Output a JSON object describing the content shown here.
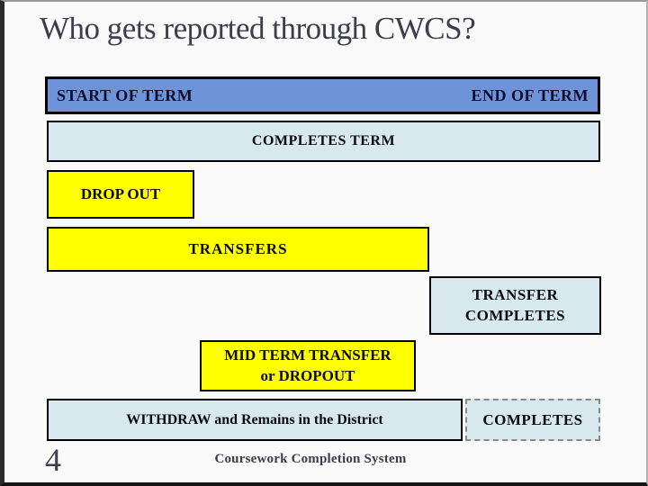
{
  "slide": {
    "title": "Who gets reported through CWCS?",
    "page_number": "4",
    "footer": "Coursework Completion System"
  },
  "diagram": {
    "header": {
      "start_label": "START OF TERM",
      "end_label": "END OF TERM"
    },
    "bars": [
      {
        "id": "completes-term",
        "label": "COMPLETES TERM",
        "fill": "#d8e8ef",
        "border_style": "solid",
        "span": "start-to-end"
      },
      {
        "id": "drop-out",
        "label": "DROP OUT",
        "fill": "#ffff00",
        "border_style": "solid",
        "span": "early-term-only"
      },
      {
        "id": "transfers",
        "label": "TRANSFERS",
        "fill": "#ffff00",
        "border_style": "solid",
        "span": "start-to-mid"
      },
      {
        "id": "transfer-completes",
        "label": "TRANSFER\nCOMPLETES",
        "fill": "#d8e8ef",
        "border_style": "solid",
        "span": "mid-to-end"
      },
      {
        "id": "mid-term-transfer",
        "label": "MID TERM TRANSFER\nor DROPOUT",
        "fill": "#ffff00",
        "border_style": "solid",
        "span": "mid-term"
      },
      {
        "id": "withdraw",
        "label": "WITHDRAW and Remains in the District",
        "fill": "#d8e8ef",
        "border_style": "solid",
        "span": "start-to-late"
      },
      {
        "id": "completes",
        "label": "COMPLETES",
        "fill": "#d8e8ef",
        "border_style": "dashed",
        "span": "late-to-end"
      }
    ]
  },
  "colors": {
    "header_blue": "#6d94d8",
    "light_blue": "#d8e8ef",
    "yellow": "#ffff00",
    "bar_border": "#000000",
    "dashed_border": "#8a8a8a",
    "title_text": "#3d3d4d",
    "footer_text": "#3c3c4e",
    "slide_background": "#fafafa"
  }
}
